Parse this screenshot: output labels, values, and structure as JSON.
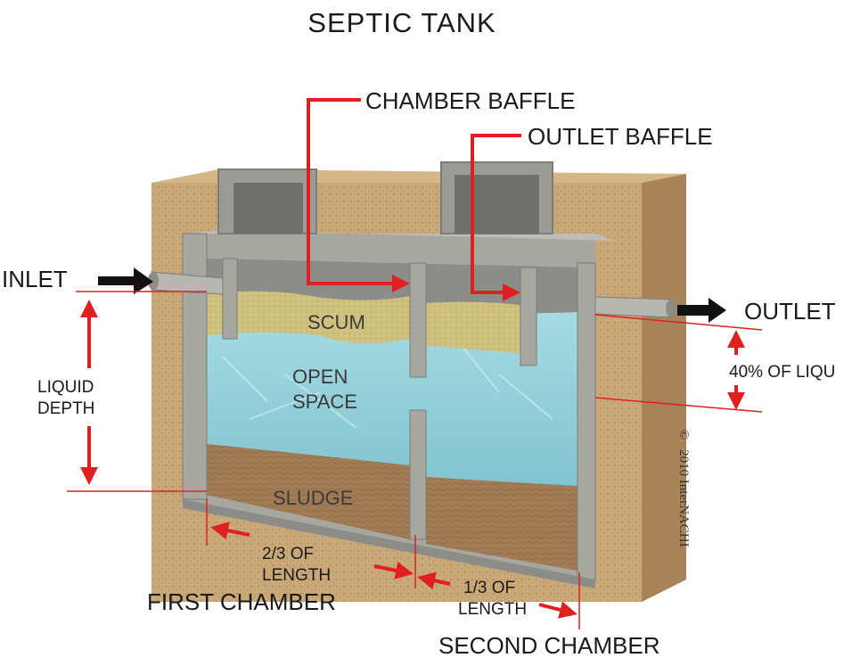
{
  "title": "SEPTIC TANK",
  "labels": {
    "chamber_baffle": "CHAMBER BAFFLE",
    "outlet_baffle": "OUTLET BAFFLE",
    "inlet": "INLET",
    "outlet": "OUTLET",
    "liquid_depth_1": "LIQUID",
    "liquid_depth_2": "DEPTH",
    "forty_percent": "40% OF LIQU",
    "scum": "SCUM",
    "open_space_1": "OPEN",
    "open_space_2": "SPACE",
    "sludge": "SLUDGE",
    "two_thirds_1": "2/3 OF",
    "two_thirds_2": "LENGTH",
    "one_third_1": "1/3 OF",
    "one_third_2": "LENGTH",
    "first_chamber": "FIRST CHAMBER",
    "second_chamber": "SECOND CHAMBER",
    "copyright_symbol": "©",
    "copyright": "2010 InterNACHI"
  },
  "colors": {
    "annotation_red": "#e02020",
    "soil": "#c9a777",
    "concrete": "#a7a7a1",
    "water": "#8fcfd8",
    "scum": "#cfc07e",
    "sludge": "#a27c55"
  }
}
